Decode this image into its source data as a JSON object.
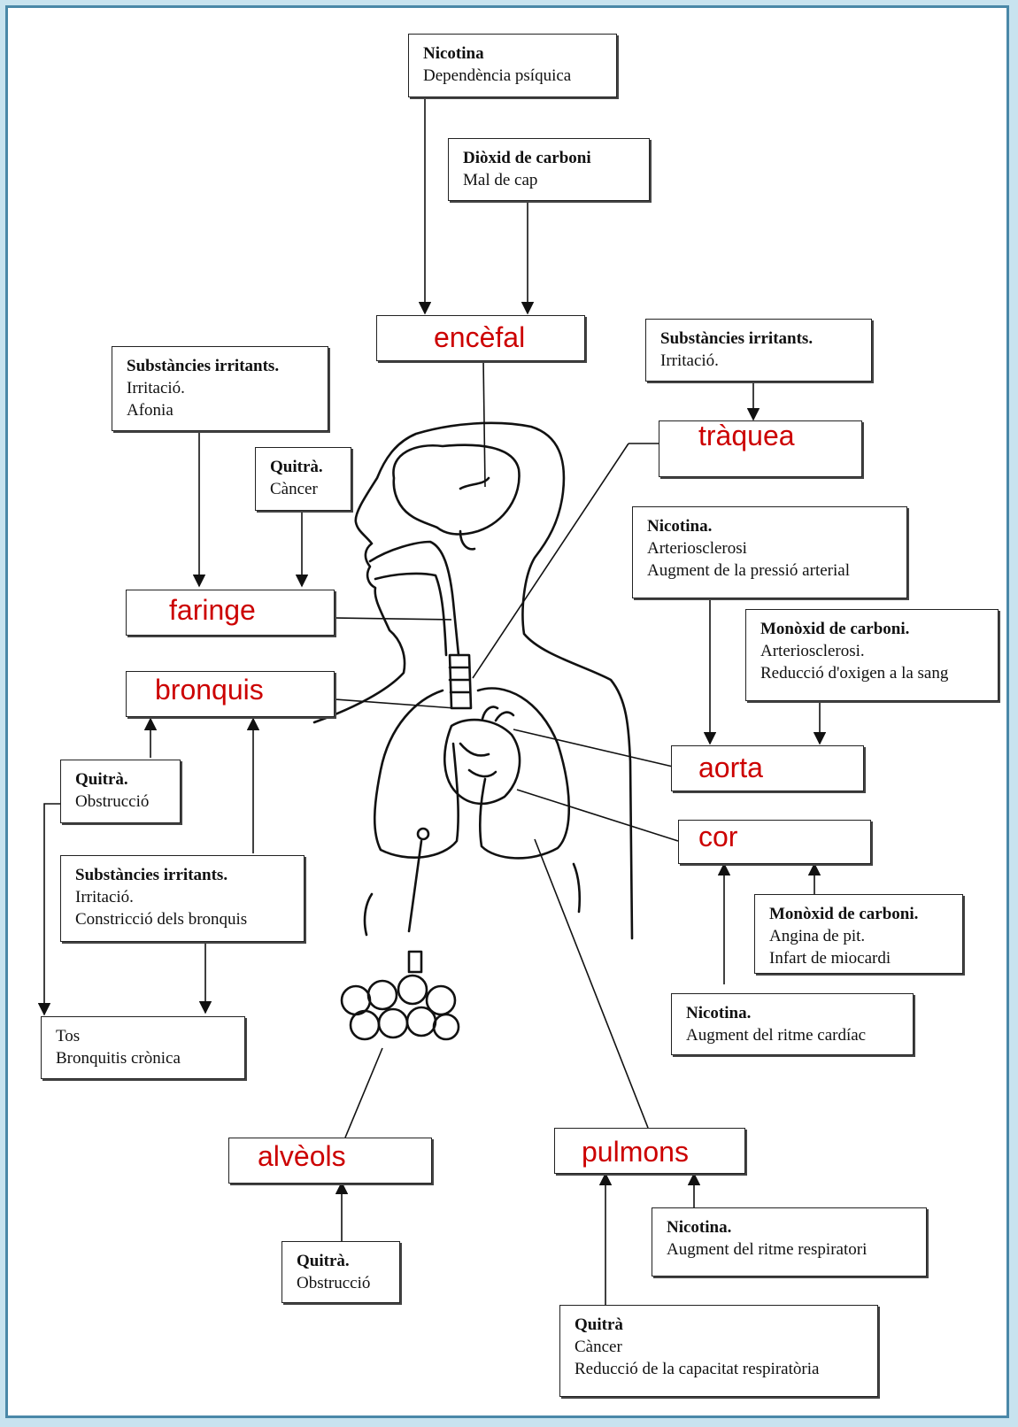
{
  "colors": {
    "organ_label": "#cc0000",
    "frame_border": "#4a88a8",
    "background": "#c8e3ef"
  },
  "organs": {
    "encefal": "encèfal",
    "traquea": "tràquea",
    "faringe": "faringe",
    "bronquis": "bronquis",
    "aorta": "aorta",
    "cor": "cor",
    "alveols": "alvèols",
    "pulmons": "pulmons"
  },
  "effects": {
    "nicotina_encefal": {
      "title": "Nicotina",
      "lines": [
        "Dependència psíquica"
      ]
    },
    "dioxid_encefal": {
      "title": "Diòxid de carboni",
      "lines": [
        "Mal de cap"
      ]
    },
    "irritants_traquea": {
      "title": "Substàncies irritants.",
      "lines": [
        "Irritació."
      ]
    },
    "irritants_faringe": {
      "title": "Substàncies irritants.",
      "lines": [
        "Irritació.",
        "Afonia"
      ]
    },
    "quitra_faringe": {
      "title": "Quitrà.",
      "lines": [
        "Càncer"
      ]
    },
    "nicotina_aorta": {
      "title": "Nicotina.",
      "lines": [
        "Arteriosclerosi",
        "Augment de la pressió arterial"
      ]
    },
    "monoxid_aorta": {
      "title": "Monòxid de carboni.",
      "lines": [
        "Arteriosclerosi.",
        "Reducció d'oxigen a la sang"
      ]
    },
    "quitra_bronquis": {
      "title": "Quitrà.",
      "lines": [
        "Obstrucció"
      ]
    },
    "irritants_bronquis": {
      "title": "Substàncies irritants.",
      "lines": [
        "Irritació.",
        "Constricció dels bronquis"
      ]
    },
    "tos": {
      "title": "Tos",
      "lines": [
        "Bronquitis crònica"
      ]
    },
    "monoxid_cor": {
      "title": "Monòxid de carboni.",
      "lines": [
        "Angina de pit.",
        "Infart de miocardi"
      ]
    },
    "nicotina_cor": {
      "title": "Nicotina.",
      "lines": [
        "Augment del ritme cardíac"
      ]
    },
    "quitra_alveols": {
      "title": "Quitrà.",
      "lines": [
        "Obstrucció"
      ]
    },
    "nicotina_pulmons": {
      "title": "Nicotina.",
      "lines": [
        "Augment del ritme respiratori"
      ]
    },
    "quitra_pulmons": {
      "title": "Quitrà",
      "lines": [
        "Càncer",
        "Reducció de la capacitat respiratòria"
      ]
    }
  }
}
